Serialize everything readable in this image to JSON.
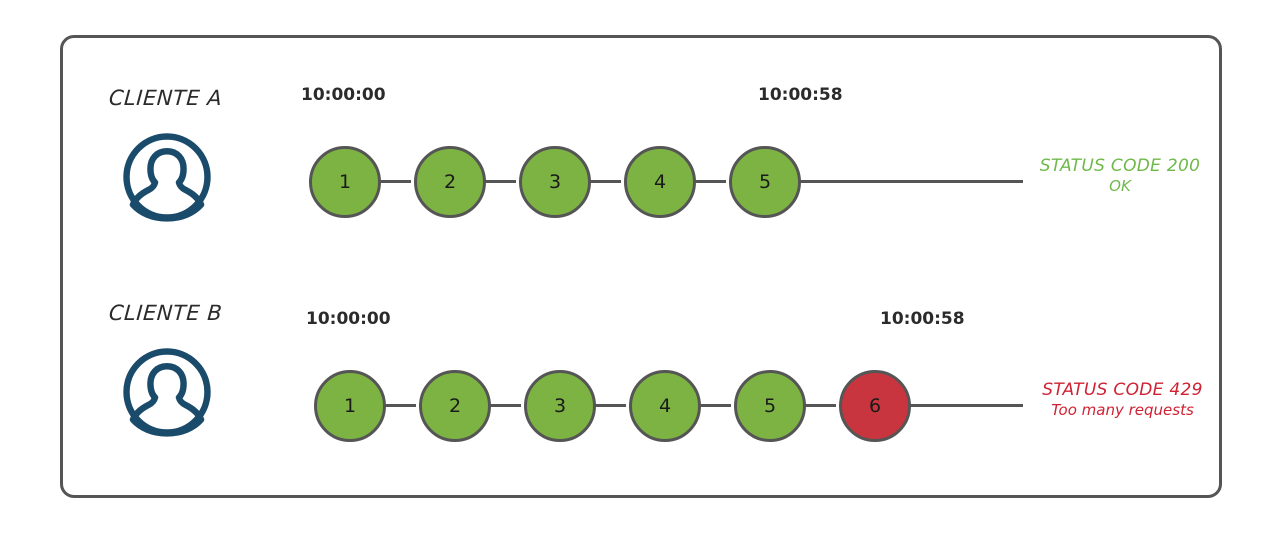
{
  "card": {
    "border_color": "#555555",
    "background": "#ffffff"
  },
  "palette": {
    "node_ok": "#7cb342",
    "node_fail": "#c9353f",
    "node_stroke": "#555555",
    "avatar": "#1b4b6b",
    "status_ok_text": "#6fb94a",
    "status_fail_text": "#cf2233"
  },
  "rows": [
    {
      "label": "CLIENTE A",
      "avatar_icon": "user-avatar-icon",
      "start_time": "10:00:00",
      "end_time": "10:00:58",
      "nodes": [
        {
          "number": "1",
          "state": "ok"
        },
        {
          "number": "2",
          "state": "ok"
        },
        {
          "number": "3",
          "state": "ok"
        },
        {
          "number": "4",
          "state": "ok"
        },
        {
          "number": "5",
          "state": "ok"
        }
      ],
      "status": {
        "main": "STATUS CODE 200",
        "sub": "OK",
        "state": "ok"
      }
    },
    {
      "label": "CLIENTE B",
      "avatar_icon": "user-avatar-icon",
      "start_time": "10:00:00",
      "end_time": "10:00:58",
      "nodes": [
        {
          "number": "1",
          "state": "ok"
        },
        {
          "number": "2",
          "state": "ok"
        },
        {
          "number": "3",
          "state": "ok"
        },
        {
          "number": "4",
          "state": "ok"
        },
        {
          "number": "5",
          "state": "ok"
        },
        {
          "number": "6",
          "state": "fail"
        }
      ],
      "status": {
        "main": "STATUS CODE 429",
        "sub": "Too many requests",
        "state": "fail"
      }
    }
  ]
}
